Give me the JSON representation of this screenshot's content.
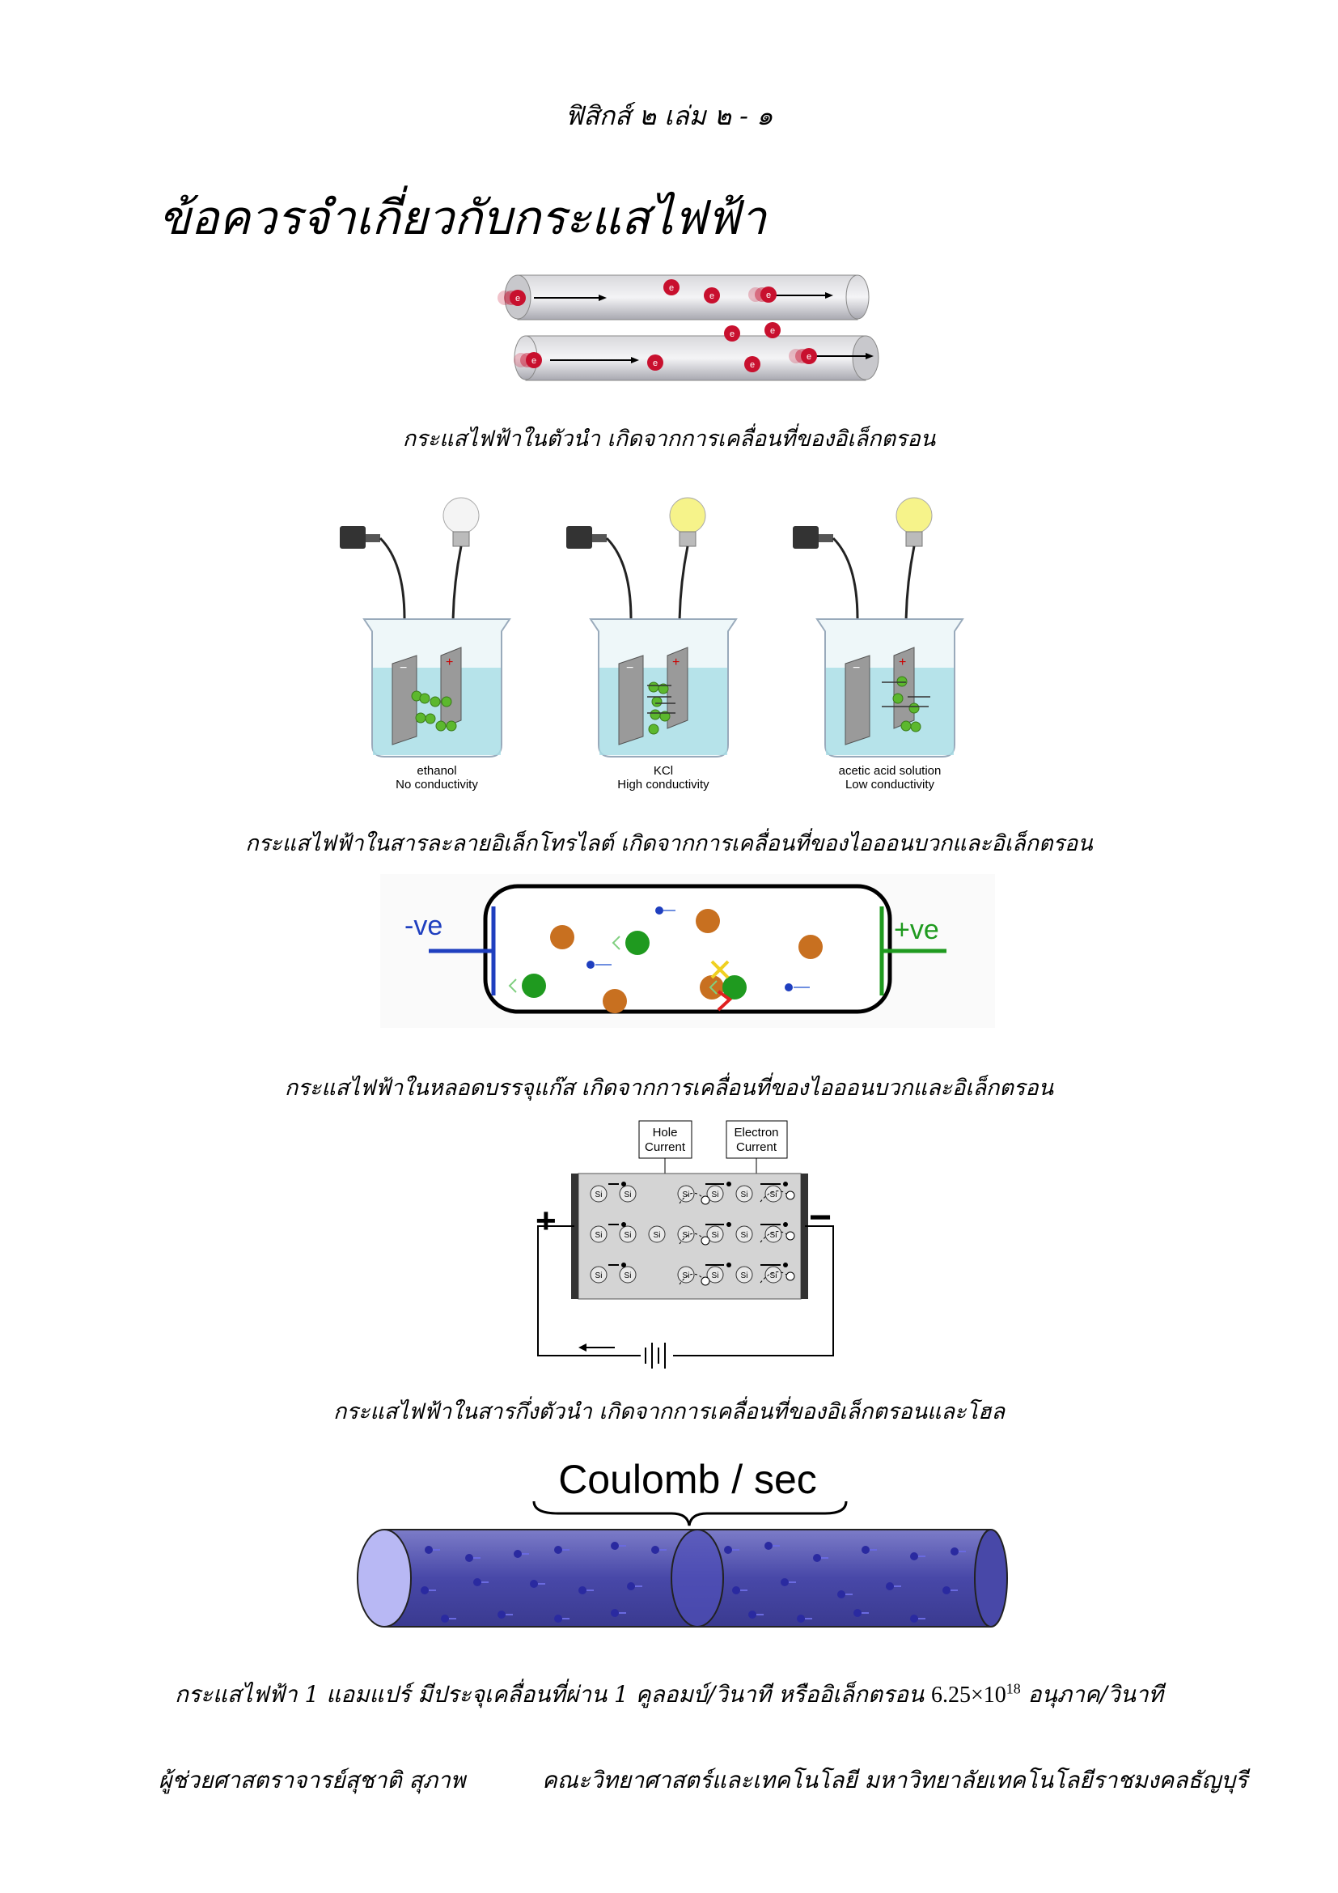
{
  "header": {
    "text": "ฟิสิกส์ ๒ เล่ม ๒  - ๑"
  },
  "title": "ข้อควรจำเกี่ยวกับกระแสไฟฟ้า",
  "figures": {
    "conductor": {
      "particle_label": "e",
      "caption": "กระแสไฟฟ้าในตัวนำ เกิดจากการเคลื่อนที่ของอิเล็กตรอน"
    },
    "electrolyte": {
      "beakers": [
        {
          "solution": "ethanol",
          "conductivity": "No conductivity"
        },
        {
          "solution": "KCl",
          "conductivity": "High conductivity"
        },
        {
          "solution": "acetic acid solution",
          "conductivity": "Low conductivity"
        }
      ],
      "minus_sign": "−",
      "plus_sign": "+",
      "caption": "กระแสไฟฟ้าในสารละลายอิเล็กโทรไลต์ เกิดจากการเคลื่อนที่ของไอออนบวกและอิเล็กตรอน"
    },
    "gas_tube": {
      "negative_label": "-ve",
      "positive_label": "+ve",
      "caption": "กระแสไฟฟ้าในหลอดบรรจุแก๊ส เกิดจากการเคลื่อนที่ของไอออนบวกและอิเล็กตรอน"
    },
    "semiconductor": {
      "hole_label_line1": "Hole",
      "hole_label_line2": "Current",
      "electron_label_line1": "Electron",
      "electron_label_line2": "Current",
      "atom_label": "Si",
      "plus_terminal": "+",
      "minus_terminal": "−",
      "caption": "กระแสไฟฟ้าในสารกึ่งตัวนำ เกิดจากการเคลื่อนที่ของอิเล็กตรอนและโฮล"
    },
    "coulomb": {
      "label": "Coulomb / sec",
      "caption_prefix": "กระแสไฟฟ้า 1 แอมแปร์ มีประจุเคลื่อนที่ผ่าน 1 คูลอมบ์/วินาที หรืออิเล็กตรอน",
      "caption_number": "6.25×10",
      "caption_exponent": "18",
      "caption_suffix": "อนุภาค/วินาที"
    }
  },
  "footer": {
    "author": "ผู้ช่วยศาสตราจารย์สุชาติ สุภาพ",
    "affiliation": "คณะวิทยาศาสตร์และเทคโนโลยี  มหาวิทยาลัยเทคโนโลยีราชมงคลธัญบุรี"
  },
  "colors": {
    "electron_red": "#c8102e",
    "electrolyte_liquid": "#a8dde6",
    "ion_green": "#5cb82e",
    "ion_orange": "#c87020",
    "tube_blue": "#5a5ab4",
    "wire_green": "#1f9a1f",
    "wire_blue": "#1f3fbf"
  }
}
